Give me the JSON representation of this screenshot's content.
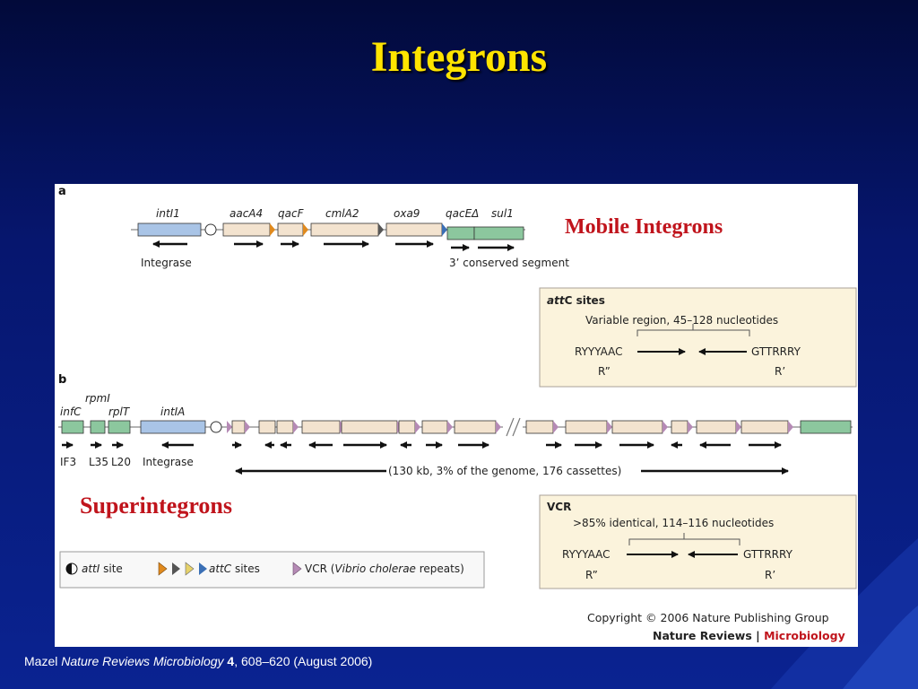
{
  "slide": {
    "title": "Integrons"
  },
  "panel_a": {
    "label": "a",
    "heading": "Mobile Integrons",
    "genes": [
      "intI1",
      "aacA4",
      "qacF",
      "cmlA2",
      "oxa9",
      "qacEΔ",
      "sul1"
    ],
    "integrase_label": "Integrase",
    "conserved_label": "3’ conserved segment"
  },
  "attc_box": {
    "title_em": "att",
    "title_rest": "C sites",
    "variable": "Variable region, 45–128 nucleotides",
    "left_seq": "RYYYAAC",
    "right_seq": "GTTRRRY",
    "left_sub": "R”",
    "right_sub": "R’"
  },
  "panel_b": {
    "label": "b",
    "heading": "Superintegrons",
    "genes": [
      "infC",
      "rpmI",
      "rplT",
      "intIA"
    ],
    "gene_labels": [
      "IF3",
      "L35",
      "L20",
      "Integrase"
    ],
    "span_label": "(130 kb, 3% of the genome, 176 cassettes)"
  },
  "vcr_box": {
    "title": "VCR",
    "identity": ">85% identical, 114–116 nucleotides",
    "left_seq": "RYYYAAC",
    "right_seq": "GTTRRRY",
    "left_sub": "R”",
    "right_sub": "R’"
  },
  "legend": {
    "atti_em": "attI",
    "atti_rest": " site",
    "attc_em": "attC",
    "attc_rest": " sites",
    "vcr_pre": "VCR (",
    "vcr_em": "Vibrio cholerae",
    "vcr_post": " repeats)"
  },
  "copyright": {
    "line1": "Copyright © 2006 Nature Publishing Group",
    "line2_a": "Nature Reviews",
    "line2_sep": " | ",
    "line2_b": "Microbiology"
  },
  "caption": {
    "author": "Mazel ",
    "journal": "Nature Reviews Microbiology",
    "volume": "4",
    "rest": ", 608–620 (August 2006)"
  },
  "colors": {
    "title": "#ffe400",
    "heading_red": "#c0141c",
    "integrase_blue": "#a9c4e6",
    "cassette_tan": "#f3e3cf",
    "conserved_green": "#8cc79e",
    "box_fill": "#fbf3dc",
    "attc_orange": "#e08a1e",
    "vcr_purple": "#b58ab5"
  }
}
